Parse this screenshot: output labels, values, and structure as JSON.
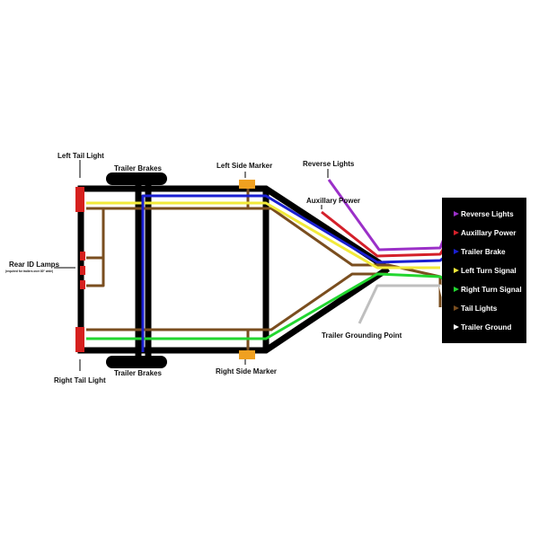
{
  "labels": {
    "left_tail_light": "Left Tail Light",
    "trailer_brakes_top": "Trailer Brakes",
    "left_side_marker": "Left Side Marker",
    "reverse_lights": "Reverse Lights",
    "auxiliary_power": "Auxillary Power",
    "rear_id_lamps": "Rear ID Lamps",
    "rear_id_lamps_note": "(required for trailers over 80\" wide)",
    "right_tail_light": "Right Tail Light",
    "trailer_brakes_bottom": "Trailer Brakes",
    "right_side_marker": "Right Side Marker",
    "trailer_grounding_point": "Trailer Grounding Point"
  },
  "legend": [
    {
      "label": "Reverse Lights",
      "color": "#9b30c8"
    },
    {
      "label": "Auxillary Power",
      "color": "#d4202a"
    },
    {
      "label": "Trailer Brake",
      "color": "#1a1fd1"
    },
    {
      "label": "Left Turn Signal",
      "color": "#f2ea3a"
    },
    {
      "label": "Right Turn Signal",
      "color": "#22d630"
    },
    {
      "label": "Tail Lights",
      "color": "#7a4e1f"
    },
    {
      "label": "Trailer Ground",
      "color": "#ffffff"
    }
  ],
  "colors": {
    "frame": "#000000",
    "light_red": "#d6201e",
    "marker_amber": "#f0a020",
    "ground_gray": "#bfbfbf",
    "legend_bg": "#000000"
  }
}
